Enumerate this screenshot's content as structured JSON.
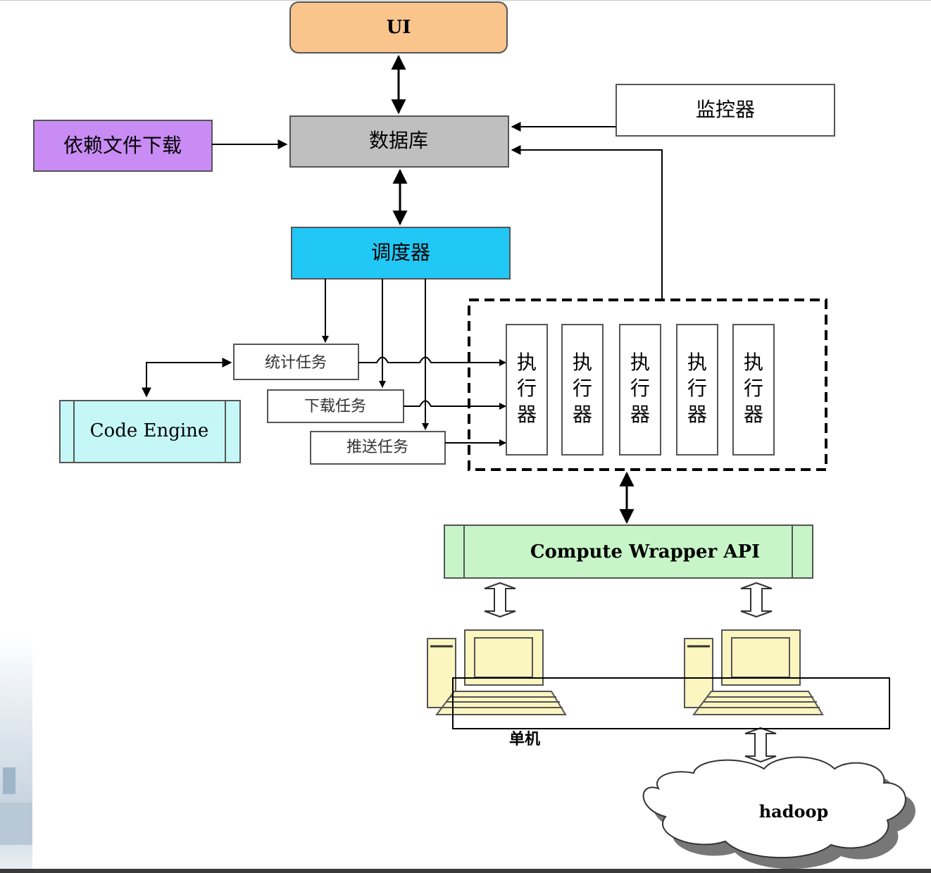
{
  "nodes": {
    "ui": "UI",
    "database": "数据库",
    "monitor": "监控器",
    "dependency_download": "依赖文件下载",
    "scheduler": "调度器",
    "stats_task": "统计任务",
    "download_task": "下载任务",
    "push_task": "推送任务",
    "code_engine": "Code Engine",
    "executors": [
      "执",
      "行",
      "器"
    ],
    "compute_wrapper": "Compute Wrapper API",
    "standalone": "单机",
    "hadoop": "hadoop"
  },
  "colors": {
    "ui_fill": "#f9c58d",
    "database_fill": "#bfbfbf",
    "dependency_fill": "#c98cf5",
    "scheduler_fill": "#21c8f5",
    "code_engine_fill": "#c6f7f7",
    "compute_wrapper_fill": "#c8f5c8",
    "computer_fill": "#fbf5c0"
  }
}
